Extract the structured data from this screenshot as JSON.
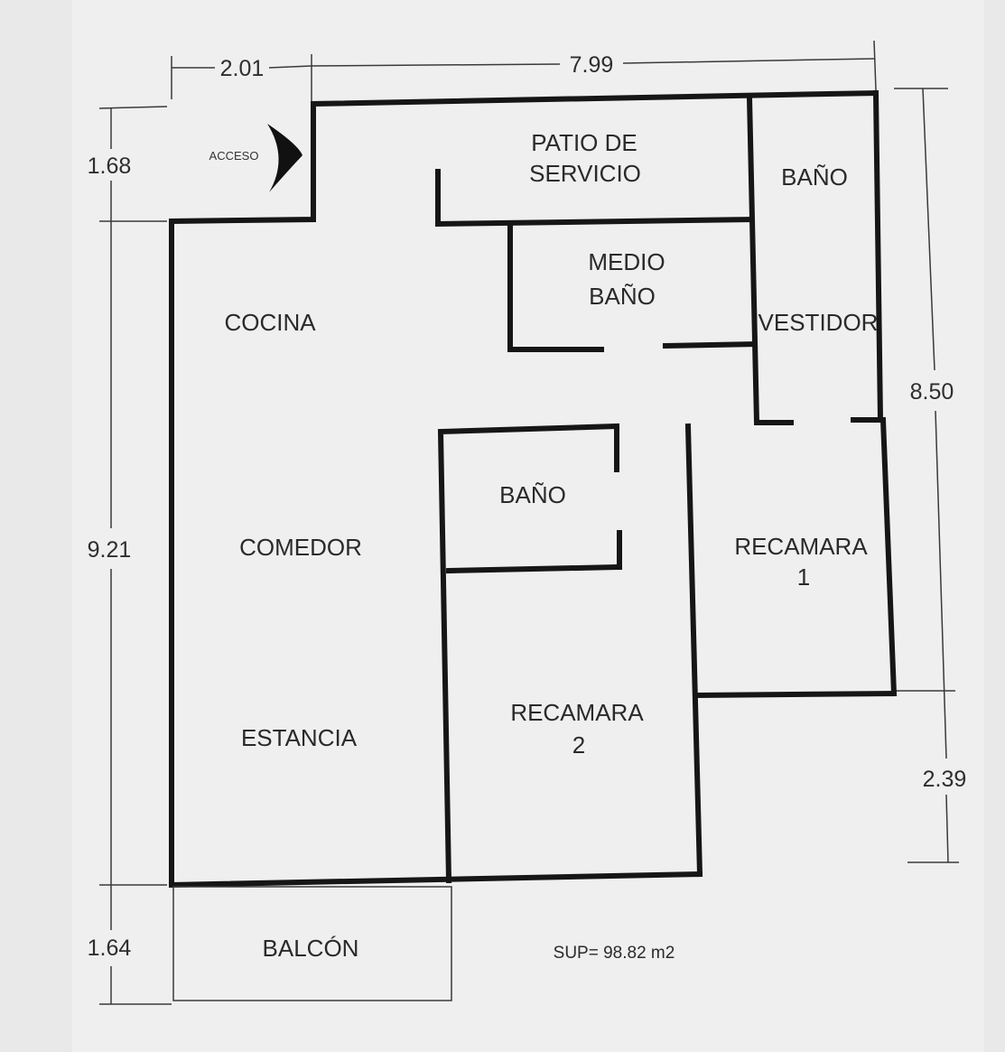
{
  "rooms": {
    "patio_1": "PATIO DE",
    "patio_2": "SERVICIO",
    "bano_top": "BAÑO",
    "medio_1": "MEDIO",
    "medio_2": "BAÑO",
    "vestidor": "VESTIDOR",
    "cocina": "COCINA",
    "comedor": "COMEDOR",
    "estancia": "ESTANCIA",
    "bano_mid": "BAÑO",
    "recamara1_1": "RECAMARA",
    "recamara1_2": "1",
    "recamara2_1": "RECAMARA",
    "recamara2_2": "2",
    "balcon": "BALCÓN"
  },
  "labels": {
    "acceso": "ACCESO",
    "superficie": "SUP= 98.82 m2"
  },
  "dimensions": {
    "top_left": "2.01",
    "top_main": "7.99",
    "left_top": "1.68",
    "left_main": "9.21",
    "left_bottom": "1.64",
    "right_main": "8.50",
    "right_bottom": "2.39"
  }
}
